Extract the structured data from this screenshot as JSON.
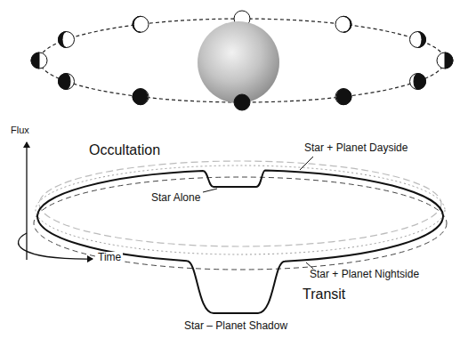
{
  "diagram": {
    "labels": [
      "Flux",
      "Occultation",
      "Star + Planet Dayside",
      "Star Alone",
      "Star + Planet Nightside",
      "Time",
      "Transit",
      "Star – Planet Shadow"
    ]
  }
}
